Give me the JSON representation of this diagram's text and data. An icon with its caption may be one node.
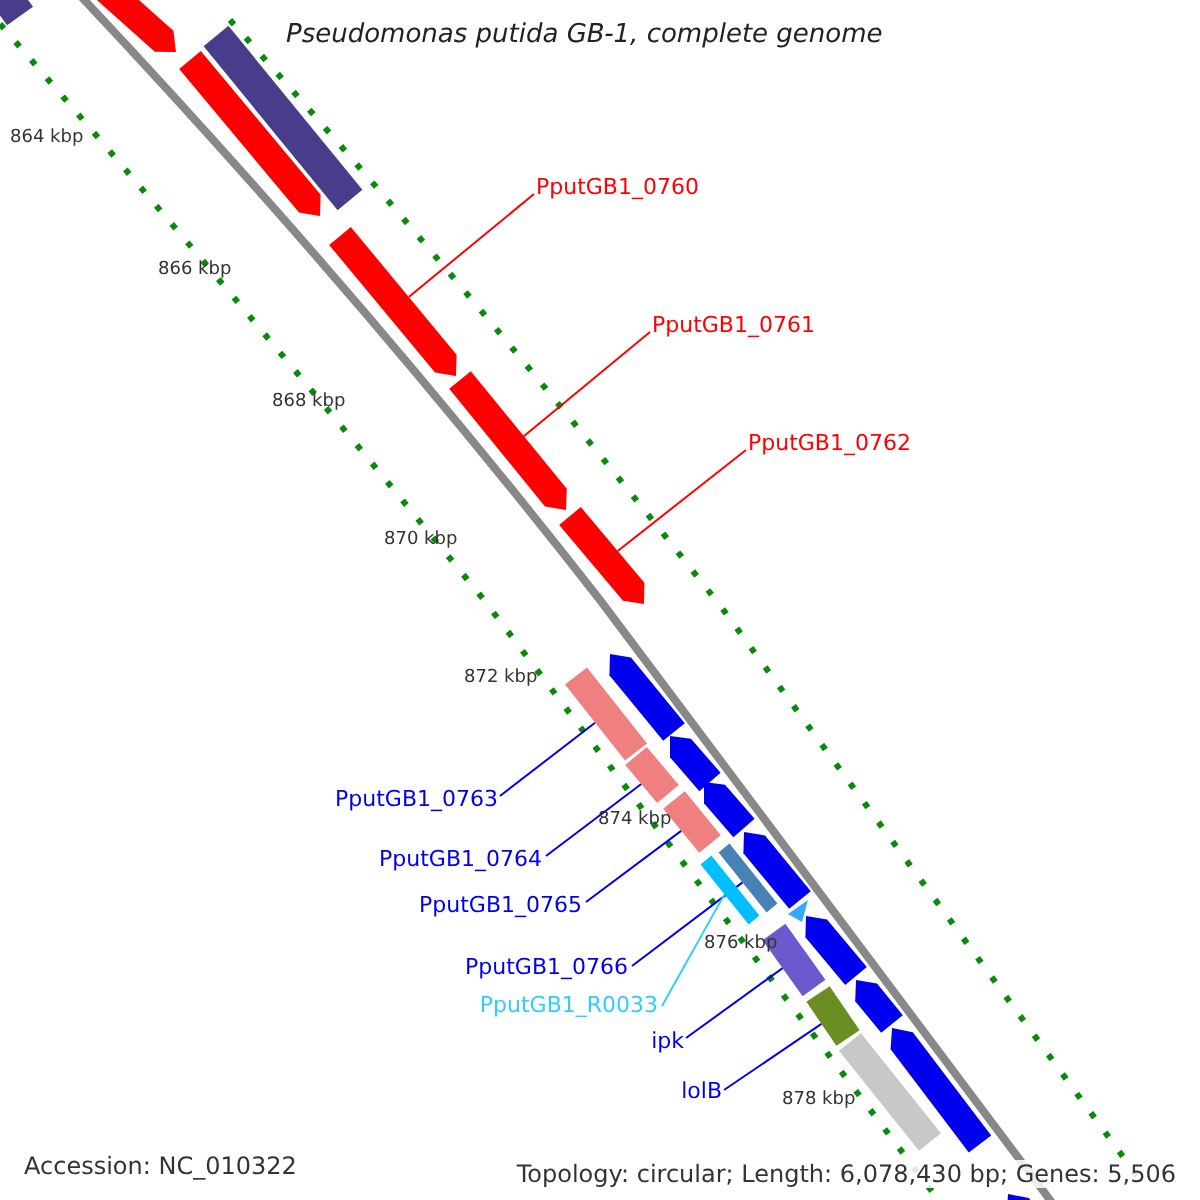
{
  "diagram": {
    "title": "Pseudomonas putida GB-1, complete genome",
    "nodes": [
      {
        "text": [
          "PputGB1_0760"
        ]
      },
      {
        "text": [
          "PputGB1_0761"
        ]
      },
      {
        "text": [
          "PputGB1_0762"
        ]
      },
      {
        "text": [
          "PputGB1_0763"
        ]
      },
      {
        "text": [
          "PputGB1_0764"
        ]
      },
      {
        "text": [
          "PputGB1_0765"
        ]
      },
      {
        "text": [
          "PputGB1_0766"
        ]
      },
      {
        "text": [
          "PputGB1_R0033"
        ]
      },
      {
        "text": [
          "ipk"
        ]
      },
      {
        "text": [
          "lolB"
        ]
      },
      {
        "text": [],
        "shape": "bar"
      },
      {
        "text": [],
        "shape": "arrow"
      },
      {
        "text": [],
        "shape": "bar"
      },
      {
        "text": [],
        "shape": "arrow"
      },
      {
        "text": [],
        "shape": "arrow"
      },
      {
        "text": [],
        "shape": "arrow"
      },
      {
        "text": [],
        "shape": "arrow"
      },
      {
        "text": [],
        "shape": "arrow"
      },
      {
        "text": [],
        "shape": "bar"
      },
      {
        "text": [],
        "shape": "arrow"
      },
      {
        "text": [],
        "shape": "bar"
      },
      {
        "text": [],
        "shape": "arrow"
      },
      {
        "text": [],
        "shape": "bar"
      },
      {
        "text": [],
        "shape": "arrow"
      },
      {
        "text": [],
        "shape": "bar"
      },
      {
        "text": [],
        "shape": "bar"
      },
      {
        "text": [],
        "shape": "arrow"
      },
      {
        "text": [],
        "shape": "arrow"
      },
      {
        "text": [],
        "shape": "bar"
      },
      {
        "text": [],
        "shape": "arrow"
      },
      {
        "text": [],
        "shape": "bar"
      },
      {
        "text": [],
        "shape": "arrow"
      },
      {
        "text": [],
        "shape": "bar"
      },
      {
        "text": [],
        "shape": "arrow"
      }
    ],
    "edges": [
      {
        "from": 0,
        "to": 14,
        "arrow": "none",
        "color": "#ff0000"
      },
      {
        "from": 1,
        "to": 15,
        "arrow": "none",
        "color": "#ff0000"
      },
      {
        "from": 2,
        "to": 16,
        "arrow": "none",
        "color": "#ff0000"
      },
      {
        "from": 3,
        "to": 18,
        "arrow": "none"
      },
      {
        "from": 4,
        "to": 20,
        "arrow": "none"
      },
      {
        "from": 5,
        "to": 22,
        "arrow": "none"
      },
      {
        "from": 6,
        "to": 24,
        "arrow": "none"
      },
      {
        "from": 7,
        "to": 25,
        "arrow": "none",
        "color": "#33ccff"
      },
      {
        "from": 8,
        "to": 28,
        "arrow": "none"
      },
      {
        "from": 9,
        "to": 30,
        "arrow": "none"
      }
    ],
    "labels": [
      "864 kbp",
      "866 kbp",
      "868 kbp",
      "870 kbp",
      "872 kbp",
      "874 kbp",
      "876 kbp",
      "878 kbp",
      "Accession: NC_010322",
      "Topology: circular; Length: 6,078,430 bp; Genes: 5,506"
    ]
  }
}
